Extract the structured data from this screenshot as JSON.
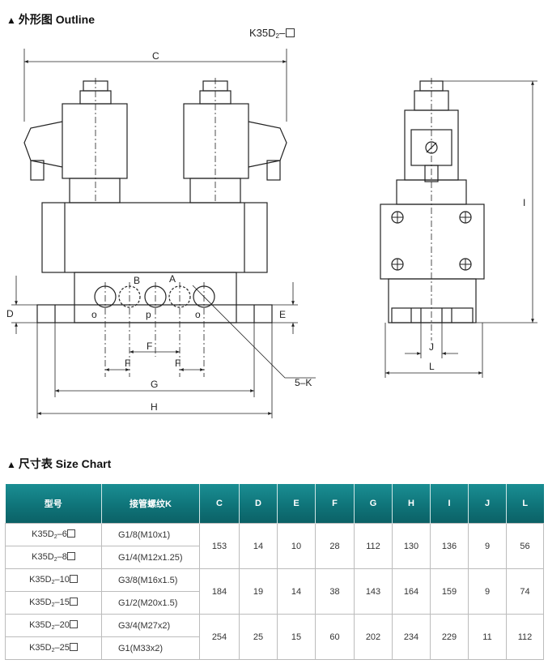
{
  "outline_section": {
    "title": "外形图 Outline"
  },
  "drawing": {
    "model_prefix": "K35D",
    "model_subscript": "2",
    "model_suffix": "–",
    "labels": {
      "C": "C",
      "D": "D",
      "E": "E",
      "F1": "F",
      "F2": "F",
      "F3": "F",
      "G": "G",
      "H": "H",
      "I": "I",
      "J": "J",
      "L": "L",
      "A": "A",
      "B": "B",
      "P": "p",
      "O1": "o",
      "O2": "o",
      "K": "5–K"
    }
  },
  "size_section": {
    "title": "尺寸表 Size Chart"
  },
  "table": {
    "headers": [
      "型号",
      "接管螺纹K",
      "C",
      "D",
      "E",
      "F",
      "G",
      "H",
      "I",
      "J",
      "L"
    ],
    "rows": [
      {
        "model_prefix": "K35D",
        "model_sub": "2",
        "model_suffix": "–6",
        "thread": "G1/8(M10x1)"
      },
      {
        "model_prefix": "K35D",
        "model_sub": "2",
        "model_suffix": "–8",
        "thread": "G1/4(M12x1.25)"
      },
      {
        "model_prefix": "K35D",
        "model_sub": "2",
        "model_suffix": "–10",
        "thread": "G3/8(M16x1.5)"
      },
      {
        "model_prefix": "K35D",
        "model_sub": "2",
        "model_suffix": "–15",
        "thread": "G1/2(M20x1.5)"
      },
      {
        "model_prefix": "K35D",
        "model_sub": "2",
        "model_suffix": "–20",
        "thread": "G3/4(M27x2)"
      },
      {
        "model_prefix": "K35D",
        "model_sub": "2",
        "model_suffix": "–25",
        "thread": "G1(M33x2)"
      }
    ],
    "groups": [
      {
        "C": "153",
        "D": "14",
        "E": "10",
        "F": "28",
        "G": "112",
        "H": "130",
        "I": "136",
        "J": "9",
        "L": "56"
      },
      {
        "C": "184",
        "D": "19",
        "E": "14",
        "F": "38",
        "G": "143",
        "H": "164",
        "I": "159",
        "J": "9",
        "L": "74"
      },
      {
        "C": "254",
        "D": "25",
        "E": "15",
        "F": "60",
        "G": "202",
        "H": "234",
        "I": "229",
        "J": "11",
        "L": "112"
      }
    ]
  }
}
